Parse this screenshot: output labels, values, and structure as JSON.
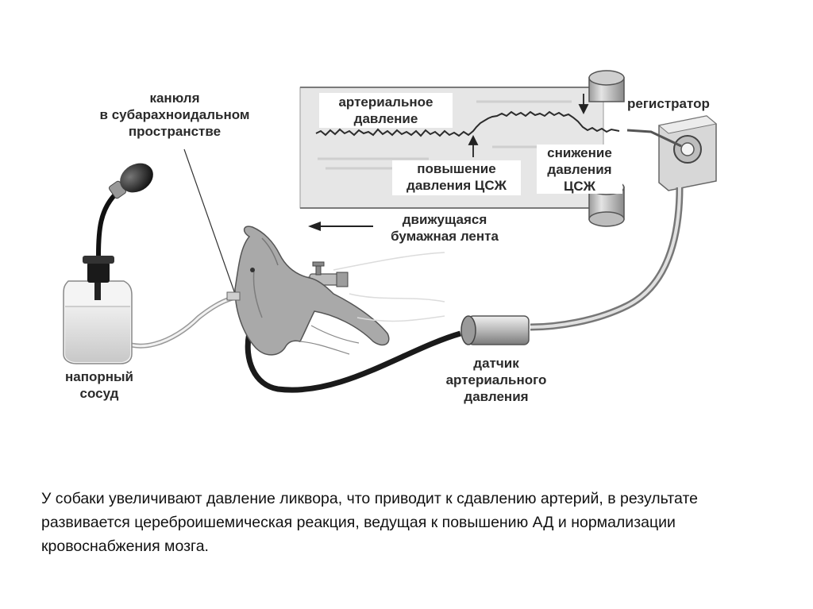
{
  "diagram": {
    "labels": {
      "cannula_line1": "канюля",
      "cannula_line2": "в субарахноидальном",
      "cannula_line3": "пространстве",
      "arterial_line1": "артериальное",
      "arterial_line2": "давление",
      "registrar": "регистратор",
      "rise_line1": "повышение",
      "rise_line2": "давления ЦСЖ",
      "drop_line1": "снижение",
      "drop_line2": "давления",
      "drop_line3": "ЦСЖ",
      "tape_line1": "движущаяся",
      "tape_line2": "бумажная лента",
      "vessel_line1": "напорный",
      "vessel_line2": "сосуд",
      "sensor_line1": "датчик",
      "sensor_line2": "артериального",
      "sensor_line3": "давления"
    }
  },
  "caption": "У собаки увеличивают давление ликвора, что приводит к сдавлению артерий, в результате развивается цереброишемическая реакция, ведущая к повышению АД и нормализации кровоснабжения мозга."
}
